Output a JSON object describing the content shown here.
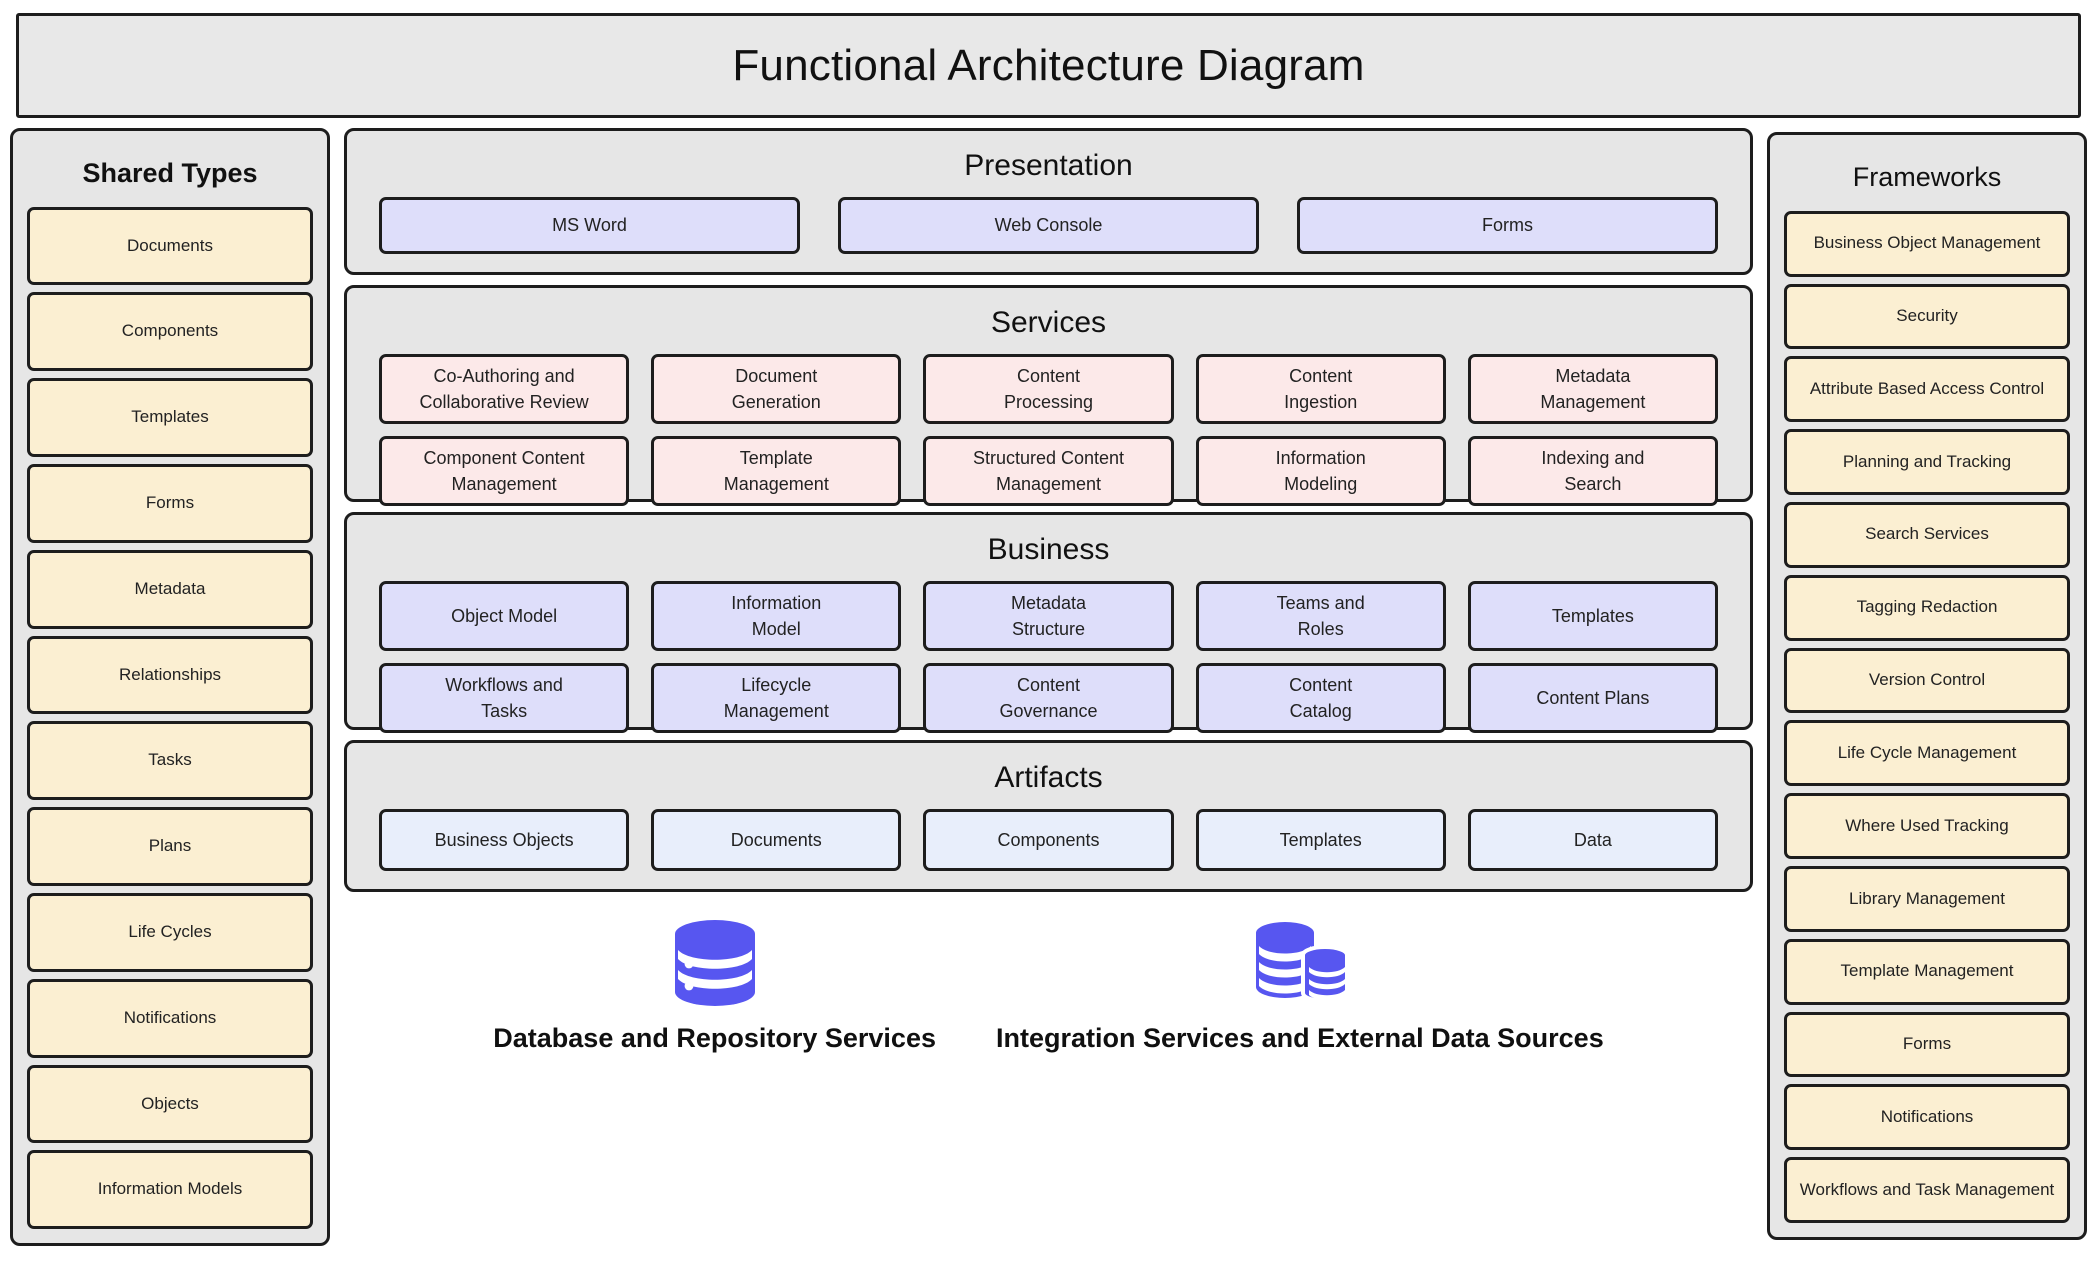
{
  "header": {
    "title": "Functional Architecture Diagram"
  },
  "shared_types": {
    "heading": "Shared Types",
    "items": [
      "Documents",
      "Components",
      "Templates",
      "Forms",
      "Metadata",
      "Relationships",
      "Tasks",
      "Plans",
      "Life Cycles",
      "Notifications",
      "Objects",
      "Information Models"
    ]
  },
  "frameworks": {
    "heading": "Frameworks",
    "items": [
      "Business Object Management",
      "Security",
      "Attribute Based Access Control",
      "Planning and Tracking",
      "Search Services",
      "Tagging Redaction",
      "Version Control",
      "Life Cycle Management",
      "Where Used Tracking",
      "Library Management",
      "Template Management",
      "Forms",
      "Notifications",
      "Workflows and Task Management"
    ]
  },
  "layers": {
    "presentation": {
      "title": "Presentation",
      "nodes": [
        {
          "line1": "MS Word",
          "line2": ""
        },
        {
          "line1": "Web Console",
          "line2": ""
        },
        {
          "line1": "Forms",
          "line2": ""
        }
      ]
    },
    "services": {
      "title": "Services",
      "nodes": [
        {
          "line1": "Co-Authoring and",
          "line2": "Collaborative Review"
        },
        {
          "line1": "Document",
          "line2": "Generation"
        },
        {
          "line1": "Content",
          "line2": "Processing"
        },
        {
          "line1": "Content",
          "line2": "Ingestion"
        },
        {
          "line1": "Metadata",
          "line2": "Management"
        },
        {
          "line1": "Component Content",
          "line2": "Management"
        },
        {
          "line1": "Template",
          "line2": "Management"
        },
        {
          "line1": "Structured Content",
          "line2": "Management"
        },
        {
          "line1": "Information",
          "line2": "Modeling"
        },
        {
          "line1": "Indexing and",
          "line2": "Search"
        }
      ]
    },
    "business": {
      "title": "Business",
      "nodes": [
        {
          "line1": "Object Model",
          "line2": ""
        },
        {
          "line1": "Information",
          "line2": "Model"
        },
        {
          "line1": "Metadata",
          "line2": "Structure"
        },
        {
          "line1": "Teams and",
          "line2": "Roles"
        },
        {
          "line1": "Templates",
          "line2": ""
        },
        {
          "line1": "Workflows and",
          "line2": "Tasks"
        },
        {
          "line1": "Lifecycle",
          "line2": "Management"
        },
        {
          "line1": "Content",
          "line2": "Governance"
        },
        {
          "line1": "Content",
          "line2": "Catalog"
        },
        {
          "line1": "Content Plans",
          "line2": ""
        }
      ]
    },
    "artifacts": {
      "title": "Artifacts",
      "nodes": [
        {
          "line1": "Business Objects",
          "line2": ""
        },
        {
          "line1": "Documents",
          "line2": ""
        },
        {
          "line1": "Components",
          "line2": ""
        },
        {
          "line1": "Templates",
          "line2": ""
        },
        {
          "line1": "Data",
          "line2": ""
        }
      ]
    }
  },
  "footer": {
    "items": [
      {
        "icon": "database-icon",
        "label": "Database and Repository Services"
      },
      {
        "icon": "multi-database-icon",
        "label": "Integration Services and External Data Sources"
      }
    ]
  },
  "colors": {
    "shared_type_fill": "#fbefd2",
    "framework_fill": "#fbefd2",
    "presentation_fill": "#dedefa",
    "services_fill": "#fce9e9",
    "business_fill": "#dedefa",
    "artifacts_fill": "#e8eefb",
    "panel_fill": "#e6e6e6",
    "banner_fill": "#e8e8e8",
    "stroke": "#1d1d1d",
    "icon_blue": "#5756f0"
  }
}
